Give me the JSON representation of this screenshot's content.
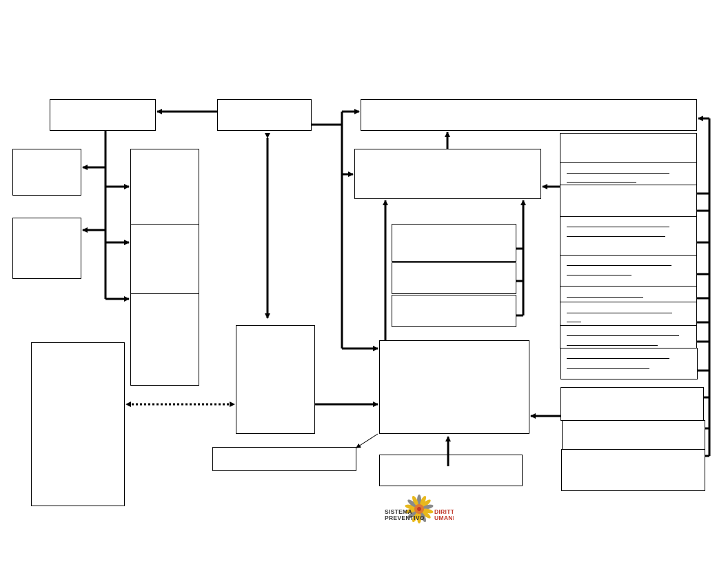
{
  "logo": {
    "left_line1": "SISTEMA",
    "left_line2": "PREVENTIVO",
    "right_line1": "DIRITTI",
    "right_line2": "UMANI",
    "left_color": "#333333",
    "right_color": "#c0392b",
    "petal_color": "#e8b81c",
    "center_color": "#e07a30"
  }
}
